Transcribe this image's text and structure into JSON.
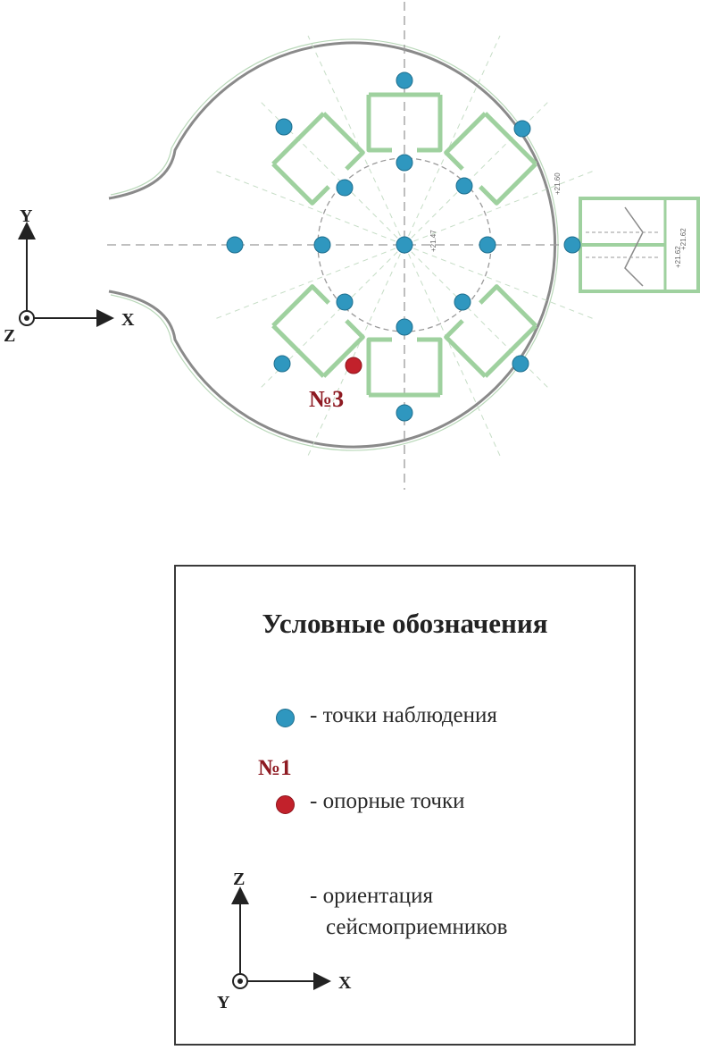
{
  "plan": {
    "axes": {
      "y": "Y",
      "x": "X",
      "z": "Z"
    },
    "reference_point_label": "№3",
    "dimension_labels": [
      "+21.62",
      "+21.62",
      "+21.60",
      "+21.47"
    ],
    "colors": {
      "observation_point": "#2f97bf",
      "reference_point": "#c2212b",
      "structure": "#9fd19f",
      "outline": "#8a8a8a"
    }
  },
  "legend": {
    "title": "Условные обозначения",
    "observation_points": "- точки наблюдения",
    "reference_label": "№1",
    "reference_points": "- опорные точки",
    "orientation_line1": "- ориентация",
    "orientation_line2": "сейсмоприемников",
    "axes": {
      "z": "Z",
      "x": "X",
      "y": "Y"
    }
  }
}
